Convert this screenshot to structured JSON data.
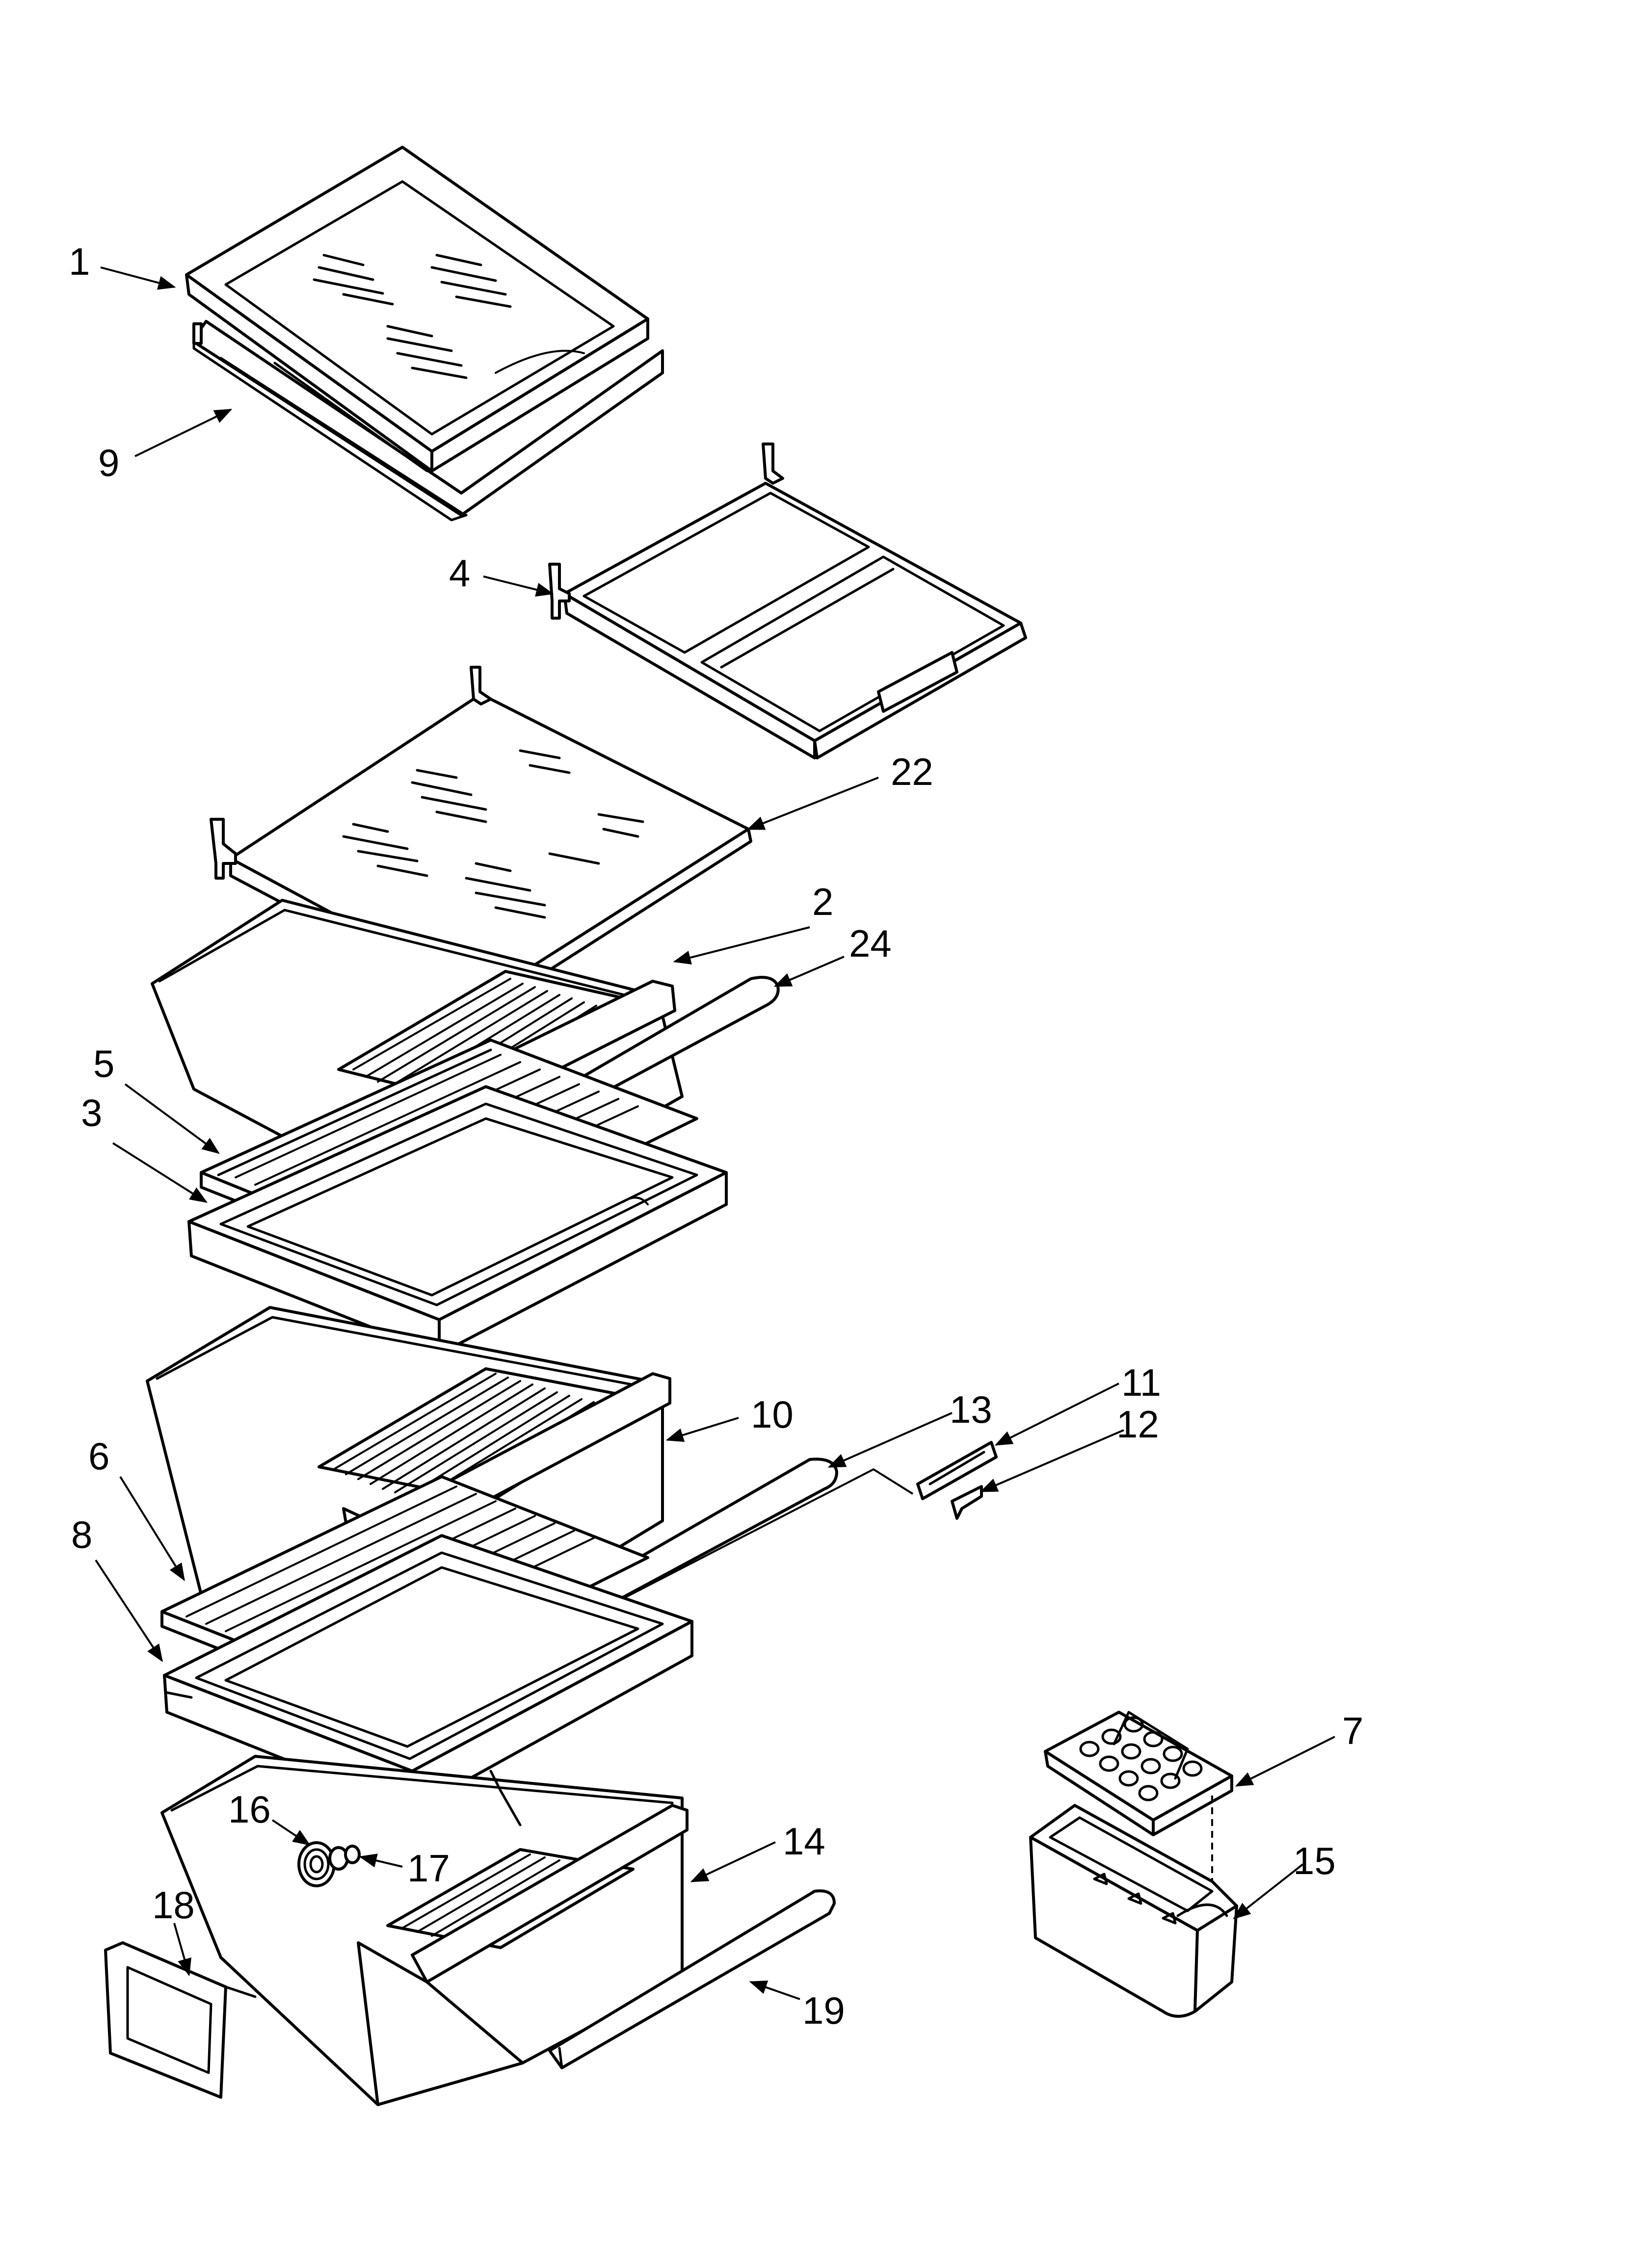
{
  "callouts": [
    {
      "id": "c1",
      "label": "1"
    },
    {
      "id": "c9",
      "label": "9"
    },
    {
      "id": "c4",
      "label": "4"
    },
    {
      "id": "c22",
      "label": "22"
    },
    {
      "id": "c2",
      "label": "2"
    },
    {
      "id": "c24",
      "label": "24"
    },
    {
      "id": "c5",
      "label": "5"
    },
    {
      "id": "c3",
      "label": "3"
    },
    {
      "id": "c10",
      "label": "10"
    },
    {
      "id": "c13",
      "label": "13"
    },
    {
      "id": "c11",
      "label": "11"
    },
    {
      "id": "c12",
      "label": "12"
    },
    {
      "id": "c6",
      "label": "6"
    },
    {
      "id": "c8",
      "label": "8"
    },
    {
      "id": "c7",
      "label": "7"
    },
    {
      "id": "c14",
      "label": "14"
    },
    {
      "id": "c15",
      "label": "15"
    },
    {
      "id": "c16",
      "label": "16"
    },
    {
      "id": "c17",
      "label": "17"
    },
    {
      "id": "c18",
      "label": "18"
    },
    {
      "id": "c19",
      "label": "19"
    }
  ]
}
